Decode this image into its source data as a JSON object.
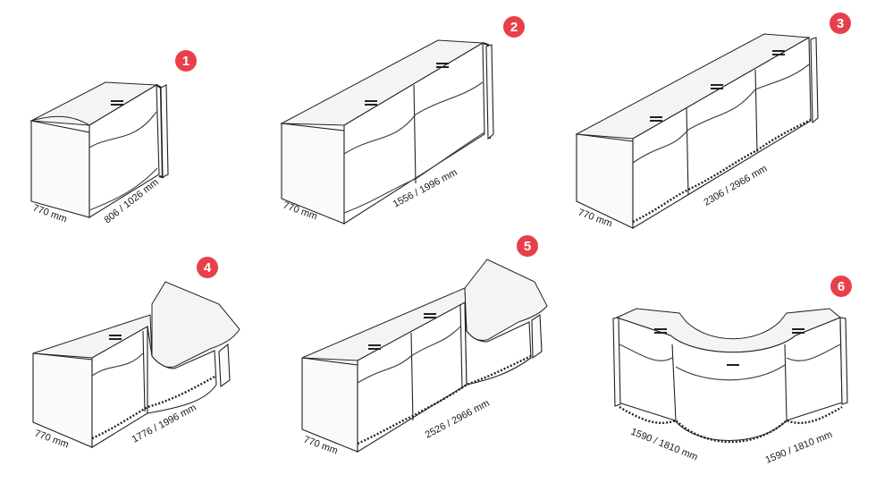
{
  "units": [
    {
      "number": "1",
      "depth_label": "770 mm",
      "width_label": "806 / 1026 mm"
    },
    {
      "number": "2",
      "depth_label": "770 mm",
      "width_label": "1556 / 1996 mm"
    },
    {
      "number": "3",
      "depth_label": "770 mm",
      "width_label": "2306 / 2966 mm"
    },
    {
      "number": "4",
      "depth_label": "770 mm",
      "width_label": "1776 / 1996 mm"
    },
    {
      "number": "5",
      "depth_label": "770 mm",
      "width_label": "2526 / 2966 mm"
    },
    {
      "number": "6",
      "left_label": "1590 / 1810 mm",
      "right_label": "1590 / 1810 mm"
    }
  ],
  "colors": {
    "badge": "#e8404a",
    "line": "#222222"
  }
}
